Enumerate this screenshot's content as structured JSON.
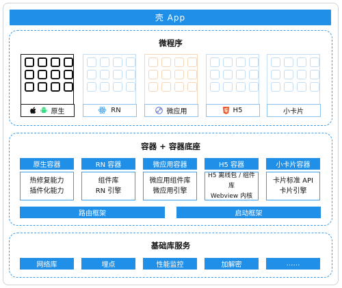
{
  "app_title": "壳 App",
  "micro": {
    "title": "微程序",
    "cards": [
      {
        "label": "原生",
        "icon": "apple-android-icon"
      },
      {
        "label": "RN",
        "icon": "react-icon"
      },
      {
        "label": "微应用",
        "icon": "link-icon"
      },
      {
        "label": "H5",
        "icon": "html5-icon"
      },
      {
        "label": "小卡片",
        "icon": ""
      }
    ]
  },
  "container": {
    "title": "容器 + 容器底座",
    "columns": [
      {
        "header": "原生容器",
        "lines": [
          "热修复能力",
          "插件化能力"
        ]
      },
      {
        "header": "RN 容器",
        "lines": [
          "组件库",
          "RN 引擎"
        ]
      },
      {
        "header": "微应用容器",
        "lines": [
          "微应用组件库",
          "微应用引擎"
        ]
      },
      {
        "header": "H5 容器",
        "lines": [
          "H5 离线包 / 组件库",
          "Webview 内核"
        ]
      },
      {
        "header": "小卡片容器",
        "lines": [
          "卡片标准 API",
          "卡片引擎"
        ]
      }
    ],
    "router": "路由框架",
    "launcher": "启动框架"
  },
  "base": {
    "title": "基础库服务",
    "items": [
      "网络库",
      "埋点",
      "性能监控",
      "加解密",
      "……"
    ]
  },
  "colors": {
    "accent": "#1f8fe8",
    "card_border": "#c2dcf5",
    "native": "#111111",
    "weiapp": "#f6d6b8"
  }
}
